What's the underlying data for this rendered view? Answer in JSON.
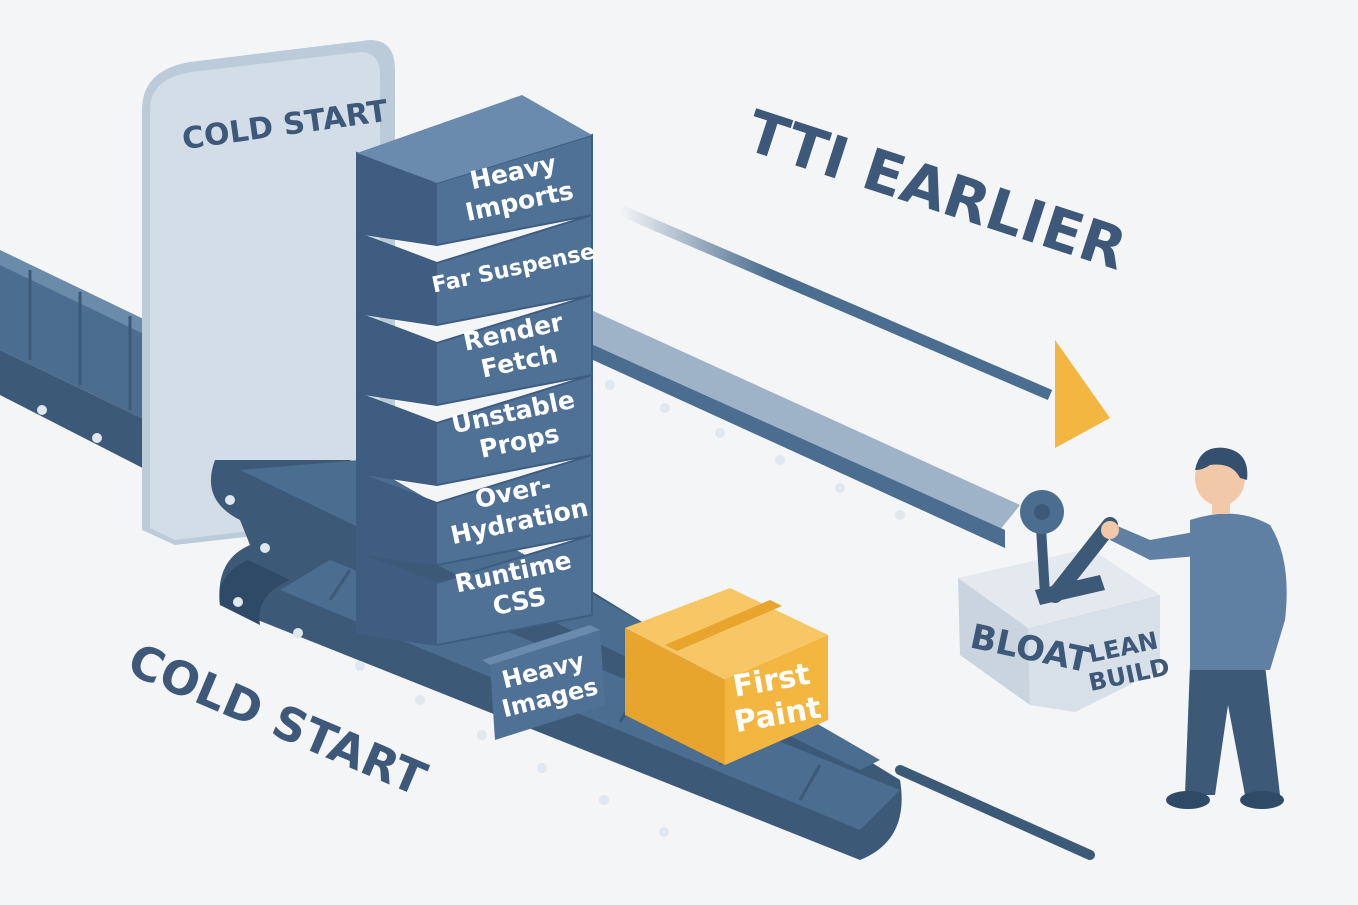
{
  "gate_label": "COLD START",
  "floor_label": "COLD START",
  "headline": "TTI EARLIER",
  "stack_boxes": [
    {
      "lines": [
        "Heavy",
        "Imports"
      ]
    },
    {
      "lines": [
        "Far Suspense"
      ]
    },
    {
      "lines": [
        "Render",
        "Fetch"
      ]
    },
    {
      "lines": [
        "Unstable",
        "Props"
      ]
    },
    {
      "lines": [
        "Over-",
        "Hydration"
      ]
    },
    {
      "lines": [
        "Runtime",
        "CSS"
      ]
    }
  ],
  "belt_box": {
    "lines": [
      "Heavy",
      "Images"
    ]
  },
  "highlight_box": {
    "lines": [
      "First",
      "Paint"
    ]
  },
  "lever": {
    "left_label": "BLOAT",
    "right_label": [
      "LEAN",
      "BUILD"
    ]
  },
  "colors": {
    "background": "#f4f5f7",
    "belt": "#4b6d8f",
    "belt_dark": "#3c5a78",
    "box_front": "#4f7196",
    "box_top": "#6a8aae",
    "box_side": "#3e5d80",
    "gate": "#d3dde7",
    "accent": "#f3b640",
    "text_dark": "#3d5878"
  }
}
